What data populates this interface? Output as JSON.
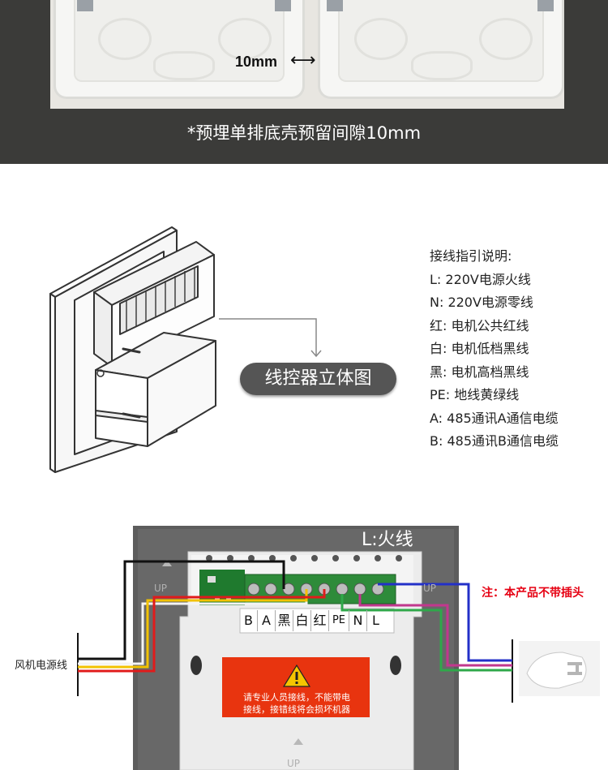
{
  "top": {
    "gap_label": "10mm",
    "gap_arrow": "⟷",
    "note": "*预埋单排底壳预留间隙10mm"
  },
  "middle": {
    "pill_label": "线控器立体图",
    "legend_title": "接线指引说明:",
    "legend_items": [
      "L: 220V电源火线",
      "N: 220V电源零线",
      "红: 电机公共红线",
      "白: 电机低档黑线",
      "黑: 电机高档黑线",
      "PE: 地线黄绿线",
      "A: 485通讯A通信电缆",
      "B: 485通讯B通信电缆"
    ]
  },
  "bottom": {
    "fire_label": "L:火线",
    "notice": "注：本产品不带插头",
    "fan_label": "风机电源线",
    "terminals": [
      "B",
      "A",
      "黑",
      "白",
      "红",
      "PE",
      "N",
      "L"
    ],
    "warning_line1": "请专业人员接线，不能带电",
    "warning_line2": "接线，接错线将会损坏机器",
    "up_label": "UP",
    "colors": {
      "panel": "#5a5a5a",
      "plate": "#e9e9e9",
      "terminal": "#2e8b3a",
      "warning": "#e8340f",
      "wire_black": "#111111",
      "wire_yellow": "#f2c200",
      "wire_red": "#e11b1b",
      "wire_white": "#f4f4f4",
      "wire_blue": "#2330c8",
      "wire_magenta": "#c2378e",
      "wire_green": "#2fa84a"
    }
  }
}
